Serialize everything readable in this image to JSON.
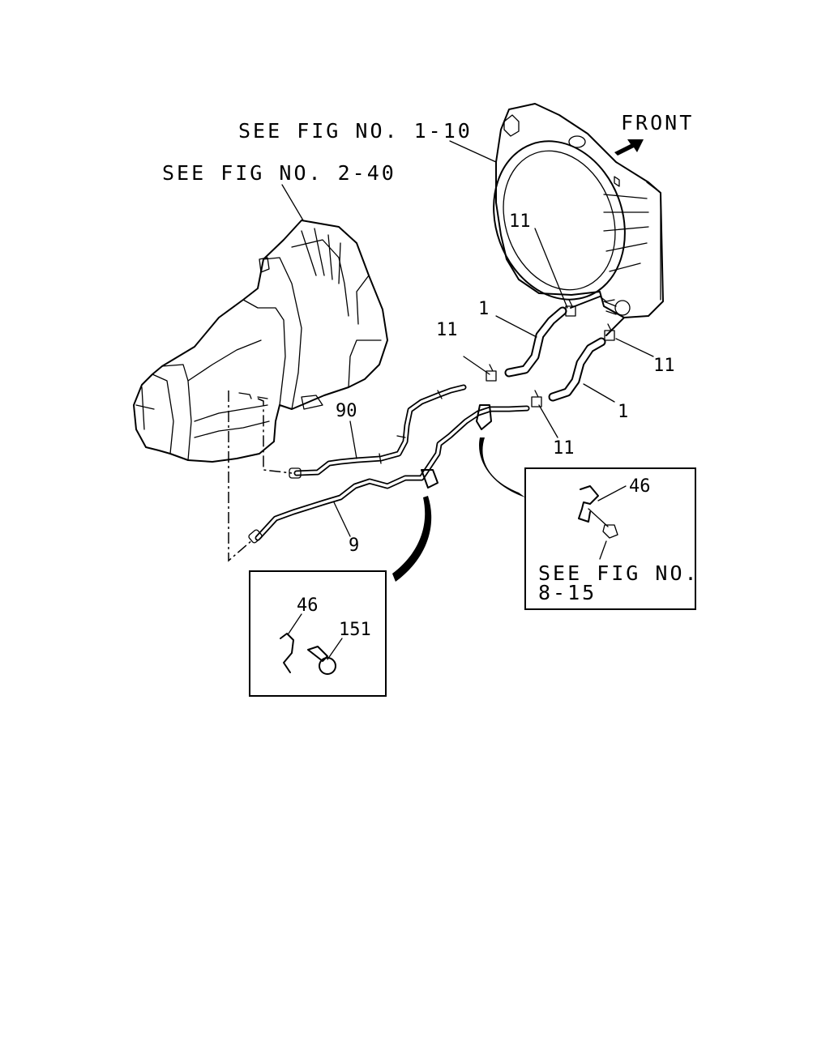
{
  "references": {
    "radiator": "SEE FIG NO. 1-10",
    "transmission": "SEE FIG NO. 2-40",
    "front": "FRONT"
  },
  "callouts": {
    "hose_upper": "1",
    "hose_lower": "1",
    "clip_top": "11",
    "clip_left": "11",
    "clip_right": "11",
    "clip_bottom": "11",
    "pipe_90": "90",
    "pipe_9": "9"
  },
  "detail_right": {
    "part": "46",
    "note_line1": "SEE FIG NO.",
    "note_line2": "8-15"
  },
  "detail_left": {
    "part_clip": "46",
    "part_bolt": "151"
  }
}
